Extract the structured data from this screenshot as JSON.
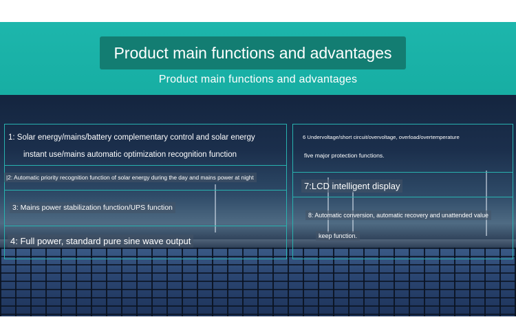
{
  "header": {
    "title": "Product main functions and advantages",
    "subtitle": "Product main functions and advantages"
  },
  "features": {
    "f1_line1": "1: Solar energy/mains/battery complementary control and solar energy",
    "f1_line2": "instant use/mains automatic optimization recognition function",
    "f2": "|2: Automatic priority recognition function of solar energy during the day and mains power at night",
    "f3": "3: Mains power stabilization function/UPS function",
    "f4": "4: Full power, standard pure sine wave output",
    "f6_line1": "6 Undervoltage/short circuit/overvoltage, overload/overtemperature",
    "f6_line2": "five major protection functions.",
    "f7": "7:LCD intelligent display",
    "f8_line1": "8: Automatic conversion, automatic recovery and unattended value",
    "f8_line2": "keep function."
  },
  "colors": {
    "teal_band": "#1db6ac",
    "title_box": "#137d72",
    "border": "#28b3b0",
    "text": "#ffffff"
  }
}
